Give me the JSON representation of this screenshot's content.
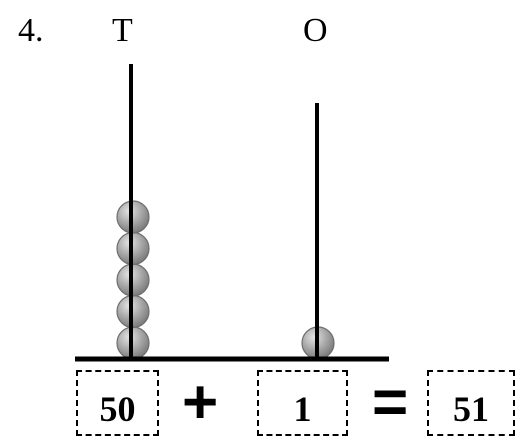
{
  "problem": {
    "number": "4.",
    "tens_label": "T",
    "ones_label": "O"
  },
  "abacus": {
    "tens_beads": 5,
    "ones_beads": 1,
    "bead_color": "#9a9a9a",
    "rod_color": "#000000"
  },
  "equation": {
    "tens_value": "50",
    "plus_sign": "+",
    "ones_value": "1",
    "equals_sign": "=",
    "sum_value": "51"
  }
}
